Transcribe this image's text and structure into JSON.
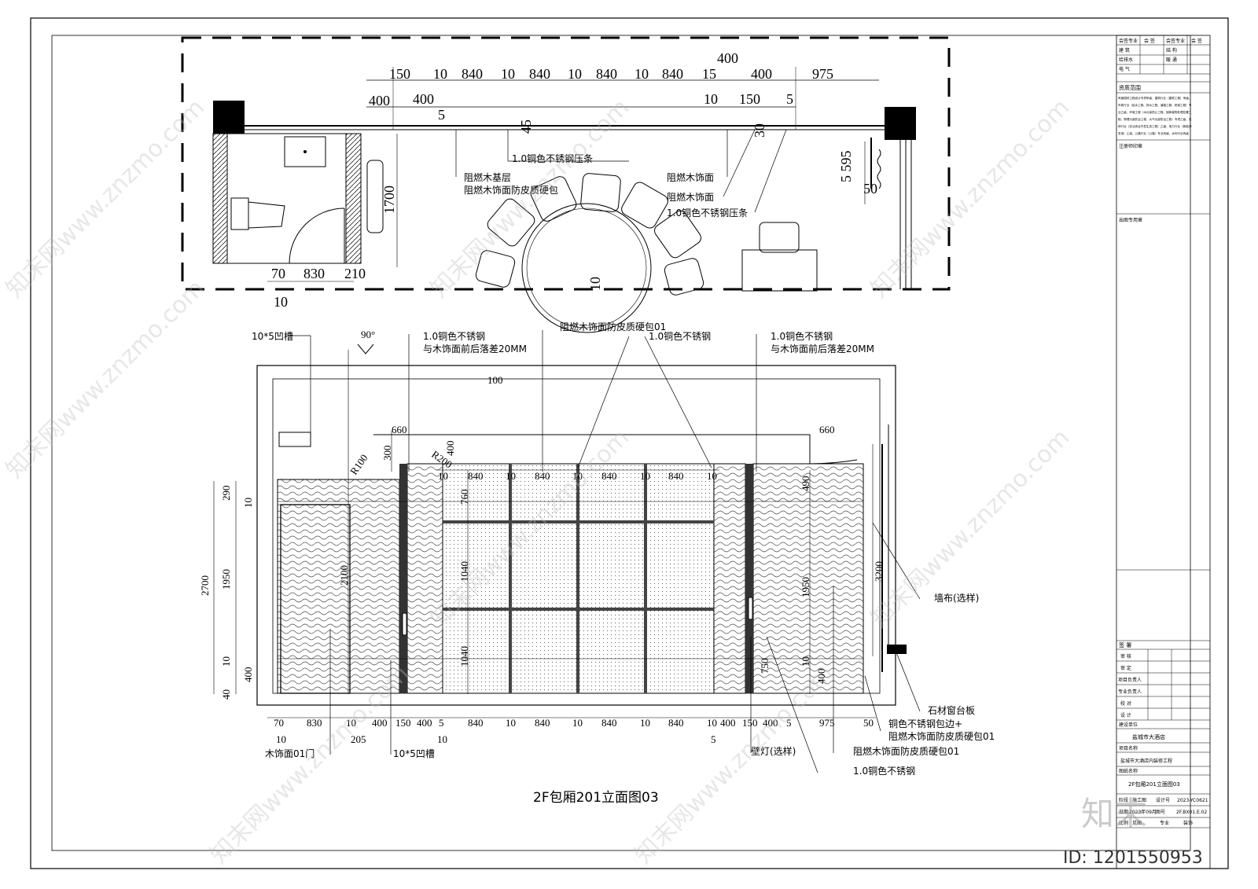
{
  "plan": {
    "top_dims_row1": [
      "150",
      "10",
      "840",
      "10",
      "840",
      "10",
      "840",
      "10",
      "840",
      "15",
      "400",
      "975"
    ],
    "top_dim_400_above": "400",
    "top_dims_row2": [
      "400",
      "400",
      "10",
      "150",
      "5"
    ],
    "top_dim_5_left": "5",
    "dim_45": "45",
    "dim_30": "30",
    "dim_1700": "1700",
    "dim_5595": "5 595",
    "dim_50": "50",
    "dim_10_center": "10",
    "bottom_dims": [
      "70",
      "830",
      "210"
    ],
    "bottom_dim_10": "10",
    "labels": {
      "steel_strip_1": "1.0铜色不锈钢压条",
      "wood_base": "阻燃木基层",
      "wood_leather": "阻燃木饰面防皮质硬包",
      "wood_face_1": "阻燃木饰面",
      "wood_face_2": "阻燃木饰面",
      "steel_strip_2": "1.0铜色不锈钢压条"
    }
  },
  "elevation": {
    "title": "2F包厢201立面图03",
    "labels": {
      "groove_top": "10*5凹槽",
      "angle": "90°",
      "steel_offset_l1": "1.0铜色不锈钢",
      "steel_offset_l2": "与木饰面前后落差20MM",
      "leather_01": "阻燃木饰面防皮质硬包01",
      "steel_center": "1.0铜色不锈钢",
      "steel_offset_r1": "1.0铜色不锈钢",
      "steel_offset_r2": "与木饰面前后落差20MM",
      "wall_cloth": "墙布(选样)",
      "stone_sill": "石材窗台板",
      "steel_edge_1": "铜色不锈钢包边+",
      "steel_edge_2": "阻燃木饰面防皮质硬包01",
      "leather_01b": "阻燃木饰面防皮质硬包01",
      "steel_bottom": "1.0铜色不锈钢",
      "door": "木饰面01门",
      "groove_bottom": "10*5凹槽",
      "sconce": "壁灯(选样)"
    },
    "dims": {
      "d100": "100",
      "d660l": "660",
      "d660r": "660",
      "d300": "300",
      "d400v": "400",
      "r100": "R100",
      "r200": "R200",
      "top_row": [
        "10",
        "840",
        "10",
        "840",
        "10",
        "840",
        "10",
        "840",
        "10"
      ],
      "v760": "760",
      "v1040a": "1040",
      "v1040b": "1040",
      "v490": "490",
      "left_290": "290",
      "left_10a": "10",
      "left_2700": "2700",
      "left_1950": "1950",
      "left_10b": "10",
      "left_400": "400",
      "left_40": "40",
      "d2100": "2100",
      "r1950": "1950",
      "r10": "10",
      "r400": "400",
      "d750": "750",
      "d3200": "3200",
      "bottom_row": [
        "70",
        "830",
        "10",
        "400",
        "150",
        "400",
        "5",
        "840",
        "10",
        "840",
        "10",
        "840",
        "10",
        "840",
        "10",
        "400",
        "150",
        "400",
        "5",
        "975",
        "50"
      ],
      "bottom_sub": [
        "10",
        "205",
        "10",
        "5"
      ]
    }
  },
  "title_block": {
    "header": [
      "会签专业",
      "会 签",
      "会签专业",
      "会 签"
    ],
    "rows": [
      [
        "建 筑",
        "结 构"
      ],
      [
        "给排水",
        "暖 通"
      ],
      [
        "电 气",
        ""
      ]
    ],
    "qual": "资质范围",
    "qual_text": [
      "风景园林工程设计专项甲级、建筑行业（建筑工程）甲级、",
      "市政行业（给水工程、排水工程、道路工程、桥梁工程）专",
      "业乙级、环境工程（水污染防止工程、固体废物处理处置工",
      "程、物理污染防治工程、大气污染防治工程）专项乙级、农",
      "林行业（农业综合开发生态工程）乙级、电力行业（新能源",
      "发电）乙级、公路行业（公路）专业丙级、水利行业丙级"
    ],
    "reg_stamp": "注册师印章",
    "dwg_stamp": "出图专用章",
    "sign": "签 署",
    "sign_rows": [
      "审 核",
      "审 定",
      "项目负责人",
      "专业负责人",
      "校 对",
      "设 计"
    ],
    "client_label": "建设单位",
    "client": "盐城市大酒店",
    "project_label": "项目名称",
    "project": "盐城市大酒店内装修工程",
    "drawing_label": "图纸名称",
    "drawing": "2F包厢201立面图03",
    "stage_label": "阶段",
    "stage": "施工图",
    "design_no_label": "设计号",
    "design_no": "2023-YC0621",
    "date_label": "日期",
    "date": "2023年09月",
    "dwg_no_label": "图号",
    "dwg_no": "2F.BX01.E.02",
    "scale_label": "比例",
    "scale": "见图",
    "spec_label": "专业",
    "spec": "装饰"
  },
  "watermarks": {
    "text": "知末网www.znzmo.com",
    "logo": "知末",
    "id": "ID: 1201550953"
  }
}
